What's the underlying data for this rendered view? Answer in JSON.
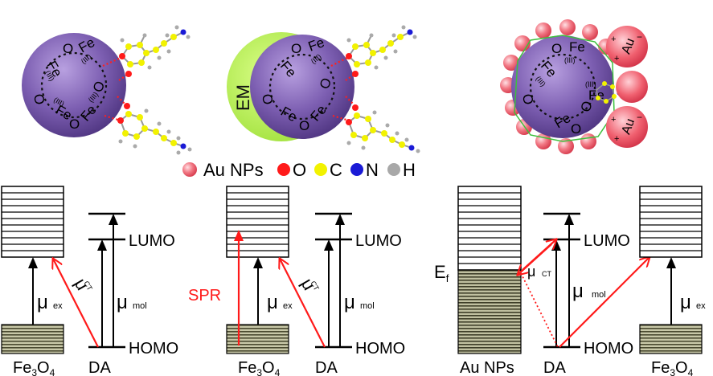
{
  "legend": {
    "au_nps": "Au NPs",
    "o": "O",
    "c": "C",
    "n": "N",
    "h": "H"
  },
  "nanoparticle": {
    "fe_label": "Fe",
    "o_label": "O",
    "oxidation_state": "(III)",
    "em_label": "EM",
    "au_label": "Au",
    "charge_minus": "−",
    "charge_plus": "+"
  },
  "energy_panels": [
    {
      "left_label": "Fe",
      "left_sub": "3",
      "left_post": "O",
      "left_sub2": "4",
      "mu_ex": "μ",
      "mu_ex_sub": "ex",
      "mu_ct": "μ",
      "mu_ct_sub": "CT",
      "mu_mol": "μ",
      "mu_mol_sub": "mol",
      "lumo": "LUMO",
      "homo": "HOMO",
      "da": "DA"
    },
    {
      "spr": "SPR",
      "left_label": "Fe",
      "left_sub": "3",
      "left_post": "O",
      "left_sub2": "4",
      "mu_ex": "μ",
      "mu_ex_sub": "ex",
      "mu_ct": "μ",
      "mu_ct_sub": "CT",
      "mu_mol": "μ",
      "mu_mol_sub": "mol",
      "lumo": "LUMO",
      "homo": "HOMO",
      "da": "DA"
    },
    {
      "ef": "E",
      "ef_sub": "f",
      "left_label": "Au  NPs",
      "mu_ct": "μ",
      "mu_ct_sub": "CT",
      "mu_mol": "μ",
      "mu_mol_sub": "mol",
      "lumo": "LUMO",
      "homo": "HOMO",
      "da": "DA",
      "right_label": "Fe",
      "right_sub": "3",
      "right_post": "O",
      "right_sub2": "4",
      "mu_ex": "μ",
      "mu_ex_sub": "ex"
    }
  ],
  "colors": {
    "sphere": "#8a6bbf",
    "sphere_dark": "#5b3f8f",
    "em": "#b8f04a",
    "au": "#f06a78",
    "o_atom": "#ff1a1a",
    "c_atom": "#f2f200",
    "n_atom": "#1a1ad6",
    "h_atom": "#a8a8a8",
    "red_arrow": "#ff1a1a",
    "band": "#6e6a4a"
  }
}
